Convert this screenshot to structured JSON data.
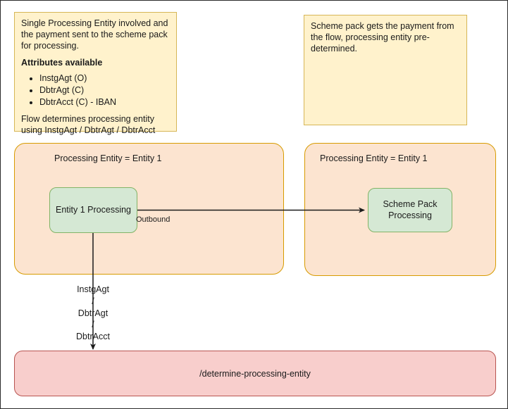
{
  "diagram": {
    "notes": [
      {
        "id": "note-left",
        "intro": "Single Processing Entity involved and the payment sent to the scheme pack for processing.",
        "heading": "Attributes available",
        "attributes": [
          "InstgAgt (O)",
          "DbtrAgt (C)",
          "DbtrAcct (C) - IBAN"
        ],
        "footer": "Flow determines processing entity using InstgAgt / DbtrAgt / DbtrAcct"
      },
      {
        "id": "note-right",
        "text": "Scheme pack gets the payment from the flow, processing entity pre-determined."
      }
    ],
    "lanes": [
      {
        "id": "lane-left",
        "title": "Processing Entity = Entity 1"
      },
      {
        "id": "lane-right",
        "title": "Processing Entity = Entity 1"
      }
    ],
    "processes": [
      {
        "id": "entity-1-processing",
        "label": "Entity 1 Processing"
      },
      {
        "id": "scheme-pack-processing",
        "line1": "Scheme Pack",
        "line2": "Processing"
      }
    ],
    "endpoint": {
      "id": "determine-processing-entity",
      "label": "/determine-processing-entity"
    },
    "edges": {
      "outbound_label": "Outbound",
      "attribute_route": [
        "InstgAgt",
        "/",
        "DbtrAgt",
        "/",
        "DbtrAcct"
      ]
    },
    "colors": {
      "note_fill": "#fff2cc",
      "note_border": "#d6b656",
      "lane_fill": "#fce4d0",
      "lane_border": "#d79b00",
      "process_fill": "#d5e8d4",
      "process_border": "#82b366",
      "endpoint_fill": "#f8cecc",
      "endpoint_border": "#b85450",
      "connector": "#1a1a1a",
      "canvas": "#ffffff"
    }
  }
}
